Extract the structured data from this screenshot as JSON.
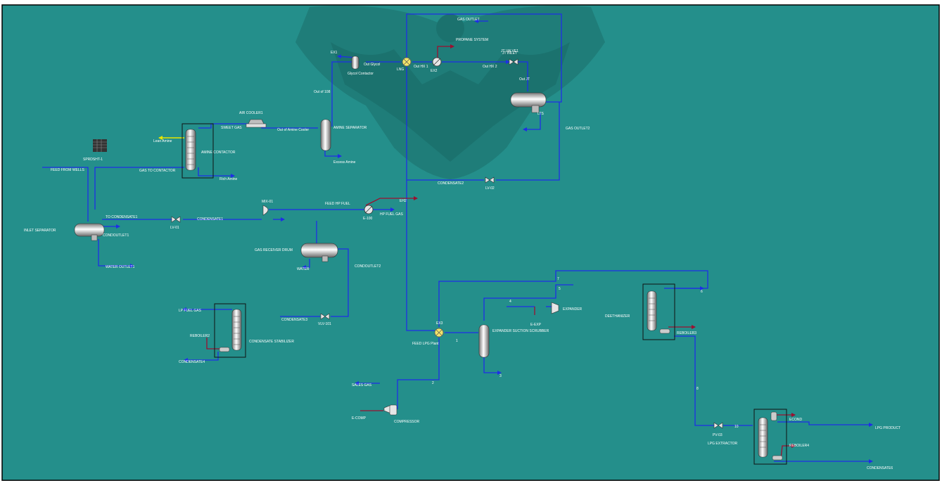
{
  "colors": {
    "background": "#248f8b",
    "watermark": "#1f7a76",
    "material_stream": "#1e2ee6",
    "energy_stream": "#9b1030",
    "feed_stream": "#e6e600",
    "equipment_fill": "#e6e6e6",
    "equipment_stroke": "#333333"
  },
  "diagram": {
    "streams": [
      {
        "id": "s-gas-outlet",
        "label": "GAS OUTLET",
        "icon": "arrow-left-icon"
      },
      {
        "id": "s-propane-system",
        "label": "PROPANE SYSTEM",
        "icon": "energy-arrow-icon"
      },
      {
        "id": "s-out-glycol",
        "label": "Out Glycol",
        "icon": "arrow-left-icon"
      },
      {
        "id": "s-ex1",
        "label": "EX1",
        "icon": "arrow-left-icon"
      },
      {
        "id": "s-out-hx1",
        "label": "Out HX 1",
        "icon": ""
      },
      {
        "id": "s-out-hx2",
        "label": "Out HX 2",
        "icon": ""
      },
      {
        "id": "s-jt-inlet",
        "label": "JT INLET",
        "icon": ""
      },
      {
        "id": "s-out-jt",
        "label": "Out JT",
        "icon": ""
      },
      {
        "id": "s-out-of-108",
        "label": "Out of 108",
        "icon": ""
      },
      {
        "id": "s-sweet-gas",
        "label": "SWEET GAS",
        "icon": ""
      },
      {
        "id": "s-out-amine-cooler",
        "label": "Out of Amine Cooler",
        "icon": ""
      },
      {
        "id": "s-lean-amine",
        "label": "Lean Amine",
        "icon": "feed-arrow-icon"
      },
      {
        "id": "s-rich-amine",
        "label": "Rich Amine",
        "icon": "arrow-right-icon"
      },
      {
        "id": "s-excess-amine",
        "label": "Excess Amine",
        "icon": "arrow-right-icon"
      },
      {
        "id": "s-gas-to-contactor",
        "label": "GAS TO CONTACTOR",
        "icon": ""
      },
      {
        "id": "s-feed-from-wells",
        "label": "FEED FROM WELLS",
        "icon": "arrow-right-icon"
      },
      {
        "id": "s-to-condensate1",
        "label": "TO CONDENSATE1",
        "icon": "arrow-left-icon"
      },
      {
        "id": "s-condensate1",
        "label": "CONDENSATE1",
        "icon": ""
      },
      {
        "id": "s-condoutlet1",
        "label": "CONDOUTLET1",
        "icon": "arrow-left-icon"
      },
      {
        "id": "s-condoutlet1-right",
        "label": "CONDOUTLET1",
        "icon": "arrow-right-icon"
      },
      {
        "id": "s-wateroutlet1",
        "label": "WATER OUTLET1",
        "icon": "arrow-right-icon"
      },
      {
        "id": "s-condensate2",
        "label": "CONDENSATE2",
        "icon": ""
      },
      {
        "id": "s-gas-outlet2",
        "label": "GAS OUTLET2",
        "icon": "arrow-right-icon"
      },
      {
        "id": "s-feed-hp-fuel",
        "label": "FEED HP FUEL",
        "icon": ""
      },
      {
        "id": "s-hp-fuel-gas",
        "label": "HP FUEL GAS",
        "icon": "arrow-right-icon"
      },
      {
        "id": "s-eh2",
        "label": "EH2",
        "icon": "energy-arrow-icon"
      },
      {
        "id": "s-water",
        "label": "WATER",
        "icon": "arrow-right-icon"
      },
      {
        "id": "s-condoutlet2",
        "label": "CONDOUTLET2",
        "icon": "arrow-right-icon"
      },
      {
        "id": "s-condensate3",
        "label": "CONDENSATE3",
        "icon": ""
      },
      {
        "id": "s-lp-fuel-gas",
        "label": "LP FUEL GAS",
        "icon": "arrow-left-icon"
      },
      {
        "id": "s-reboiler2",
        "label": "REBOILER2",
        "icon": "energy-arrow-icon"
      },
      {
        "id": "s-condensate4",
        "label": "CONDENSATE4",
        "icon": "arrow-right-icon"
      },
      {
        "id": "s-feed-lpg-plant",
        "label": "FEED LPG Plant",
        "icon": ""
      },
      {
        "id": "s-1",
        "label": "1",
        "icon": ""
      },
      {
        "id": "s-2",
        "label": "2",
        "icon": ""
      },
      {
        "id": "s-3",
        "label": "3",
        "icon": "arrow-right-icon"
      },
      {
        "id": "s-4",
        "label": "4",
        "icon": ""
      },
      {
        "id": "s-5",
        "label": "5",
        "icon": ""
      },
      {
        "id": "s-6",
        "label": "6",
        "icon": "arrow-right-icon"
      },
      {
        "id": "s-7",
        "label": "7",
        "icon": ""
      },
      {
        "id": "s-8",
        "label": "8",
        "icon": ""
      },
      {
        "id": "s-10",
        "label": "10",
        "icon": ""
      },
      {
        "id": "s-sales-gas",
        "label": "SALES GAS",
        "icon": "arrow-left-icon"
      },
      {
        "id": "s-ecomp",
        "label": "E-COMP",
        "icon": "energy-arrow-icon"
      },
      {
        "id": "s-eexp",
        "label": "E-EXP",
        "icon": "energy-arrow-icon"
      },
      {
        "id": "s-reboiler3",
        "label": "REBOILER3",
        "icon": "energy-arrow-icon"
      },
      {
        "id": "s-econd",
        "label": "ECOND",
        "icon": "energy-arrow-icon"
      },
      {
        "id": "s-reboiler4",
        "label": "REBOILER4",
        "icon": "energy-arrow-icon"
      },
      {
        "id": "s-lpg-product",
        "label": "LPG PRODUCT",
        "icon": "arrow-right-icon"
      },
      {
        "id": "s-condensate6",
        "label": "CONDENSATE6",
        "icon": "arrow-right-icon"
      }
    ],
    "equipment": [
      {
        "id": "e-glycol-contactor",
        "label": "Glycol Contactor",
        "icon": "separator-icon"
      },
      {
        "id": "e-lng-exchanger",
        "label": "LNG",
        "icon": "lng-exchanger-icon"
      },
      {
        "id": "e-hx1",
        "label": "EX1",
        "icon": "heat-exchanger-icon"
      },
      {
        "id": "e-hx2",
        "label": "EX2",
        "icon": "heat-exchanger-icon"
      },
      {
        "id": "e-jt-valve",
        "label": "JT VALVE1",
        "icon": "valve-icon"
      },
      {
        "id": "e-ltd",
        "label": "LTS",
        "icon": "horizontal-vessel-icon"
      },
      {
        "id": "e-air-cooler",
        "label": "AIR COOLER1",
        "icon": "air-cooler-icon"
      },
      {
        "id": "e-amine-separator",
        "label": "AMINE SEPARATOR",
        "icon": "vertical-vessel-icon"
      },
      {
        "id": "e-amine-contactor",
        "label": "AMINE CONTACTOR",
        "icon": "column-icon"
      },
      {
        "id": "e-spreadsheet",
        "label": "SPRDSHT-1",
        "icon": "spreadsheet-icon"
      },
      {
        "id": "e-inlet-separator",
        "label": "INLET SEPARATOR",
        "icon": "horizontal-vessel-icon"
      },
      {
        "id": "e-lv01",
        "label": "LV-01",
        "icon": "valve-icon"
      },
      {
        "id": "e-lv02",
        "label": "LV-02",
        "icon": "valve-icon"
      },
      {
        "id": "e-mix1",
        "label": "MIX-01",
        "icon": "mixer-icon"
      },
      {
        "id": "e-e100",
        "label": "E-100",
        "icon": "heater-icon"
      },
      {
        "id": "e-gas-receiver",
        "label": "GAS RECEIVER DRUM",
        "icon": "horizontal-vessel-icon"
      },
      {
        "id": "e-vlv101",
        "label": "VLV-101",
        "icon": "valve-icon"
      },
      {
        "id": "e-condensate-stabilizer",
        "label": "CONDENSATE STABILIZER",
        "icon": "column-icon"
      },
      {
        "id": "e-hx3",
        "label": "EX3",
        "icon": "lng-exchanger-icon"
      },
      {
        "id": "e-expander-scrubber",
        "label": "EXPANDER SUCTION SCRUBBER",
        "icon": "vertical-vessel-icon"
      },
      {
        "id": "e-expander",
        "label": "EXPANDER",
        "icon": "expander-icon"
      },
      {
        "id": "e-compressor",
        "label": "COMPRESSOR",
        "icon": "compressor-icon"
      },
      {
        "id": "e-deethanizer",
        "label": "DEETHANIZER",
        "icon": "column-icon"
      },
      {
        "id": "e-pv03",
        "label": "PV-03",
        "icon": "valve-icon"
      },
      {
        "id": "e-lpg-extractor",
        "label": "LPG EXTRACTOR",
        "icon": "column-icon"
      }
    ]
  }
}
